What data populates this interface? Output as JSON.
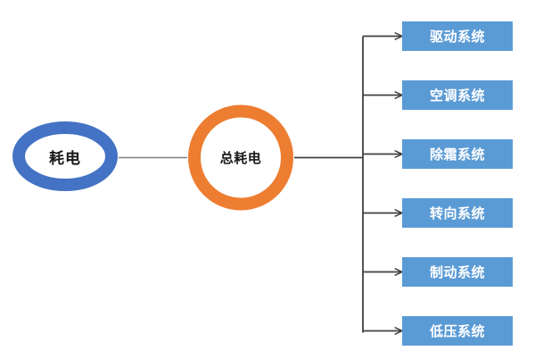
{
  "diagram": {
    "type": "flow-tree",
    "background_color": "#ffffff",
    "nodes": {
      "source": {
        "label": "耗电",
        "shape": "ellipse-ring",
        "ring_color": "#4472C4",
        "fill_color": "#ffffff",
        "text_color": "#1a1a1a"
      },
      "total": {
        "label": "总耗电",
        "shape": "circle-ring",
        "ring_color": "#ED7D31",
        "fill_color": "#ffffff",
        "text_color": "#1a1a1a"
      }
    },
    "connector": {
      "line_color": "#7F7F7F",
      "arrow_color": "#404040"
    },
    "subsystems": [
      {
        "label": "驱动系统",
        "fill_color": "#5B9BD5",
        "text_color": "#ffffff"
      },
      {
        "label": "空调系统",
        "fill_color": "#5B9BD5",
        "text_color": "#ffffff"
      },
      {
        "label": "除霜系统",
        "fill_color": "#5B9BD5",
        "text_color": "#ffffff"
      },
      {
        "label": "转向系统",
        "fill_color": "#5B9BD5",
        "text_color": "#ffffff"
      },
      {
        "label": "制动系统",
        "fill_color": "#5B9BD5",
        "text_color": "#ffffff"
      },
      {
        "label": "低压系统",
        "fill_color": "#5B9BD5",
        "text_color": "#ffffff"
      }
    ]
  }
}
